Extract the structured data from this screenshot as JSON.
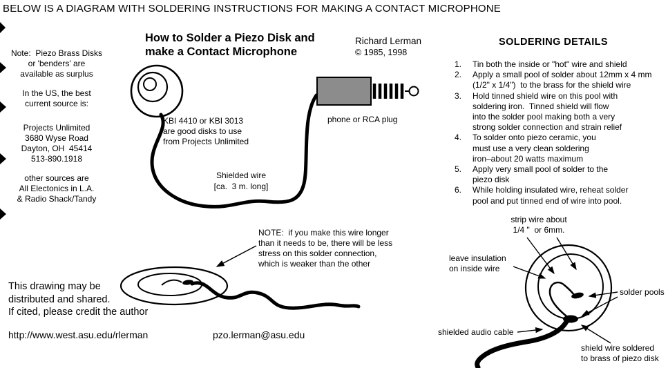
{
  "colors": {
    "ink": "#000000",
    "paper": "#ffffff",
    "plug_gray": "#8c8c8c"
  },
  "header": {
    "title": "BELOW IS A DIAGRAM WITH SOLDERING INSTRUCTIONS FOR MAKING A CONTACT MICROPHONE"
  },
  "left_notes": {
    "p1": "Note:  Piezo Brass Disks\nor 'benders' are\navailable as surplus",
    "p2": "In the US, the best\ncurrent source is:",
    "p3": "Projects Unlimited\n3680 Wyse Road\nDayton, OH  45414\n513-890.1918",
    "p4": "other sources are\nAll Electonics in L.A.\n& Radio Shack/Tandy"
  },
  "main": {
    "title": "How to Solder a Piezo Disk and\nmake a Contact Microphone",
    "author": "Richard Lerman",
    "copyright": "© 1985, 1998",
    "labels": {
      "disk_note": "KBI 4410 or KBI 3013\nare good disks to use\nfrom Projects Unlimited",
      "plug": "phone or RCA plug",
      "wire": "Shielded wire\n[ca.  3 m. long]"
    },
    "note": "NOTE:  if you make this wire longer\nthan it needs to be, there will be less\nstress on this solder connection,\nwhich is weaker than the other"
  },
  "soldering": {
    "heading": "SOLDERING DETAILS",
    "items": [
      {
        "num": "1.",
        "text": "Tin both the inside or \"hot\" wire and shield"
      },
      {
        "num": "2.",
        "text": "Apply a small pool of solder about 12mm x 4 mm\n(1/2\" x 1/4\")  to the brass for the shield wire"
      },
      {
        "num": "3.",
        "text": "Hold tinned shield wire on this pool with\nsoldering iron.  Tinned shield will flow\ninto the solder pool making both a very\nstrong solder connection and strain relief"
      },
      {
        "num": "4.",
        "text": "To solder onto piezo ceramic, you\nmust use a very clean soldering\niron–about 20 watts maximum"
      },
      {
        "num": "5.",
        "text": "Apply very small pool of solder to the\npiezo disk"
      },
      {
        "num": "6.",
        "text": "While holding insulated wire, reheat solder\npool and put tinned end of wire into pool."
      }
    ]
  },
  "footer": {
    "share": "This drawing may be\ndistributed and shared.\nIf cited, please credit the author",
    "url": "http://www.west.asu.edu/rlerman",
    "email": "pzo.lerman@asu.edu"
  },
  "detail": {
    "strip": "strip wire about\n1/4 \"  or 6mm.",
    "leave_insulation": "leave insulation\non inside wire",
    "solder_pools": "solder pools",
    "cable": "shielded audio cable",
    "shield": "shield wire soldered\nto brass of piezo disk"
  }
}
